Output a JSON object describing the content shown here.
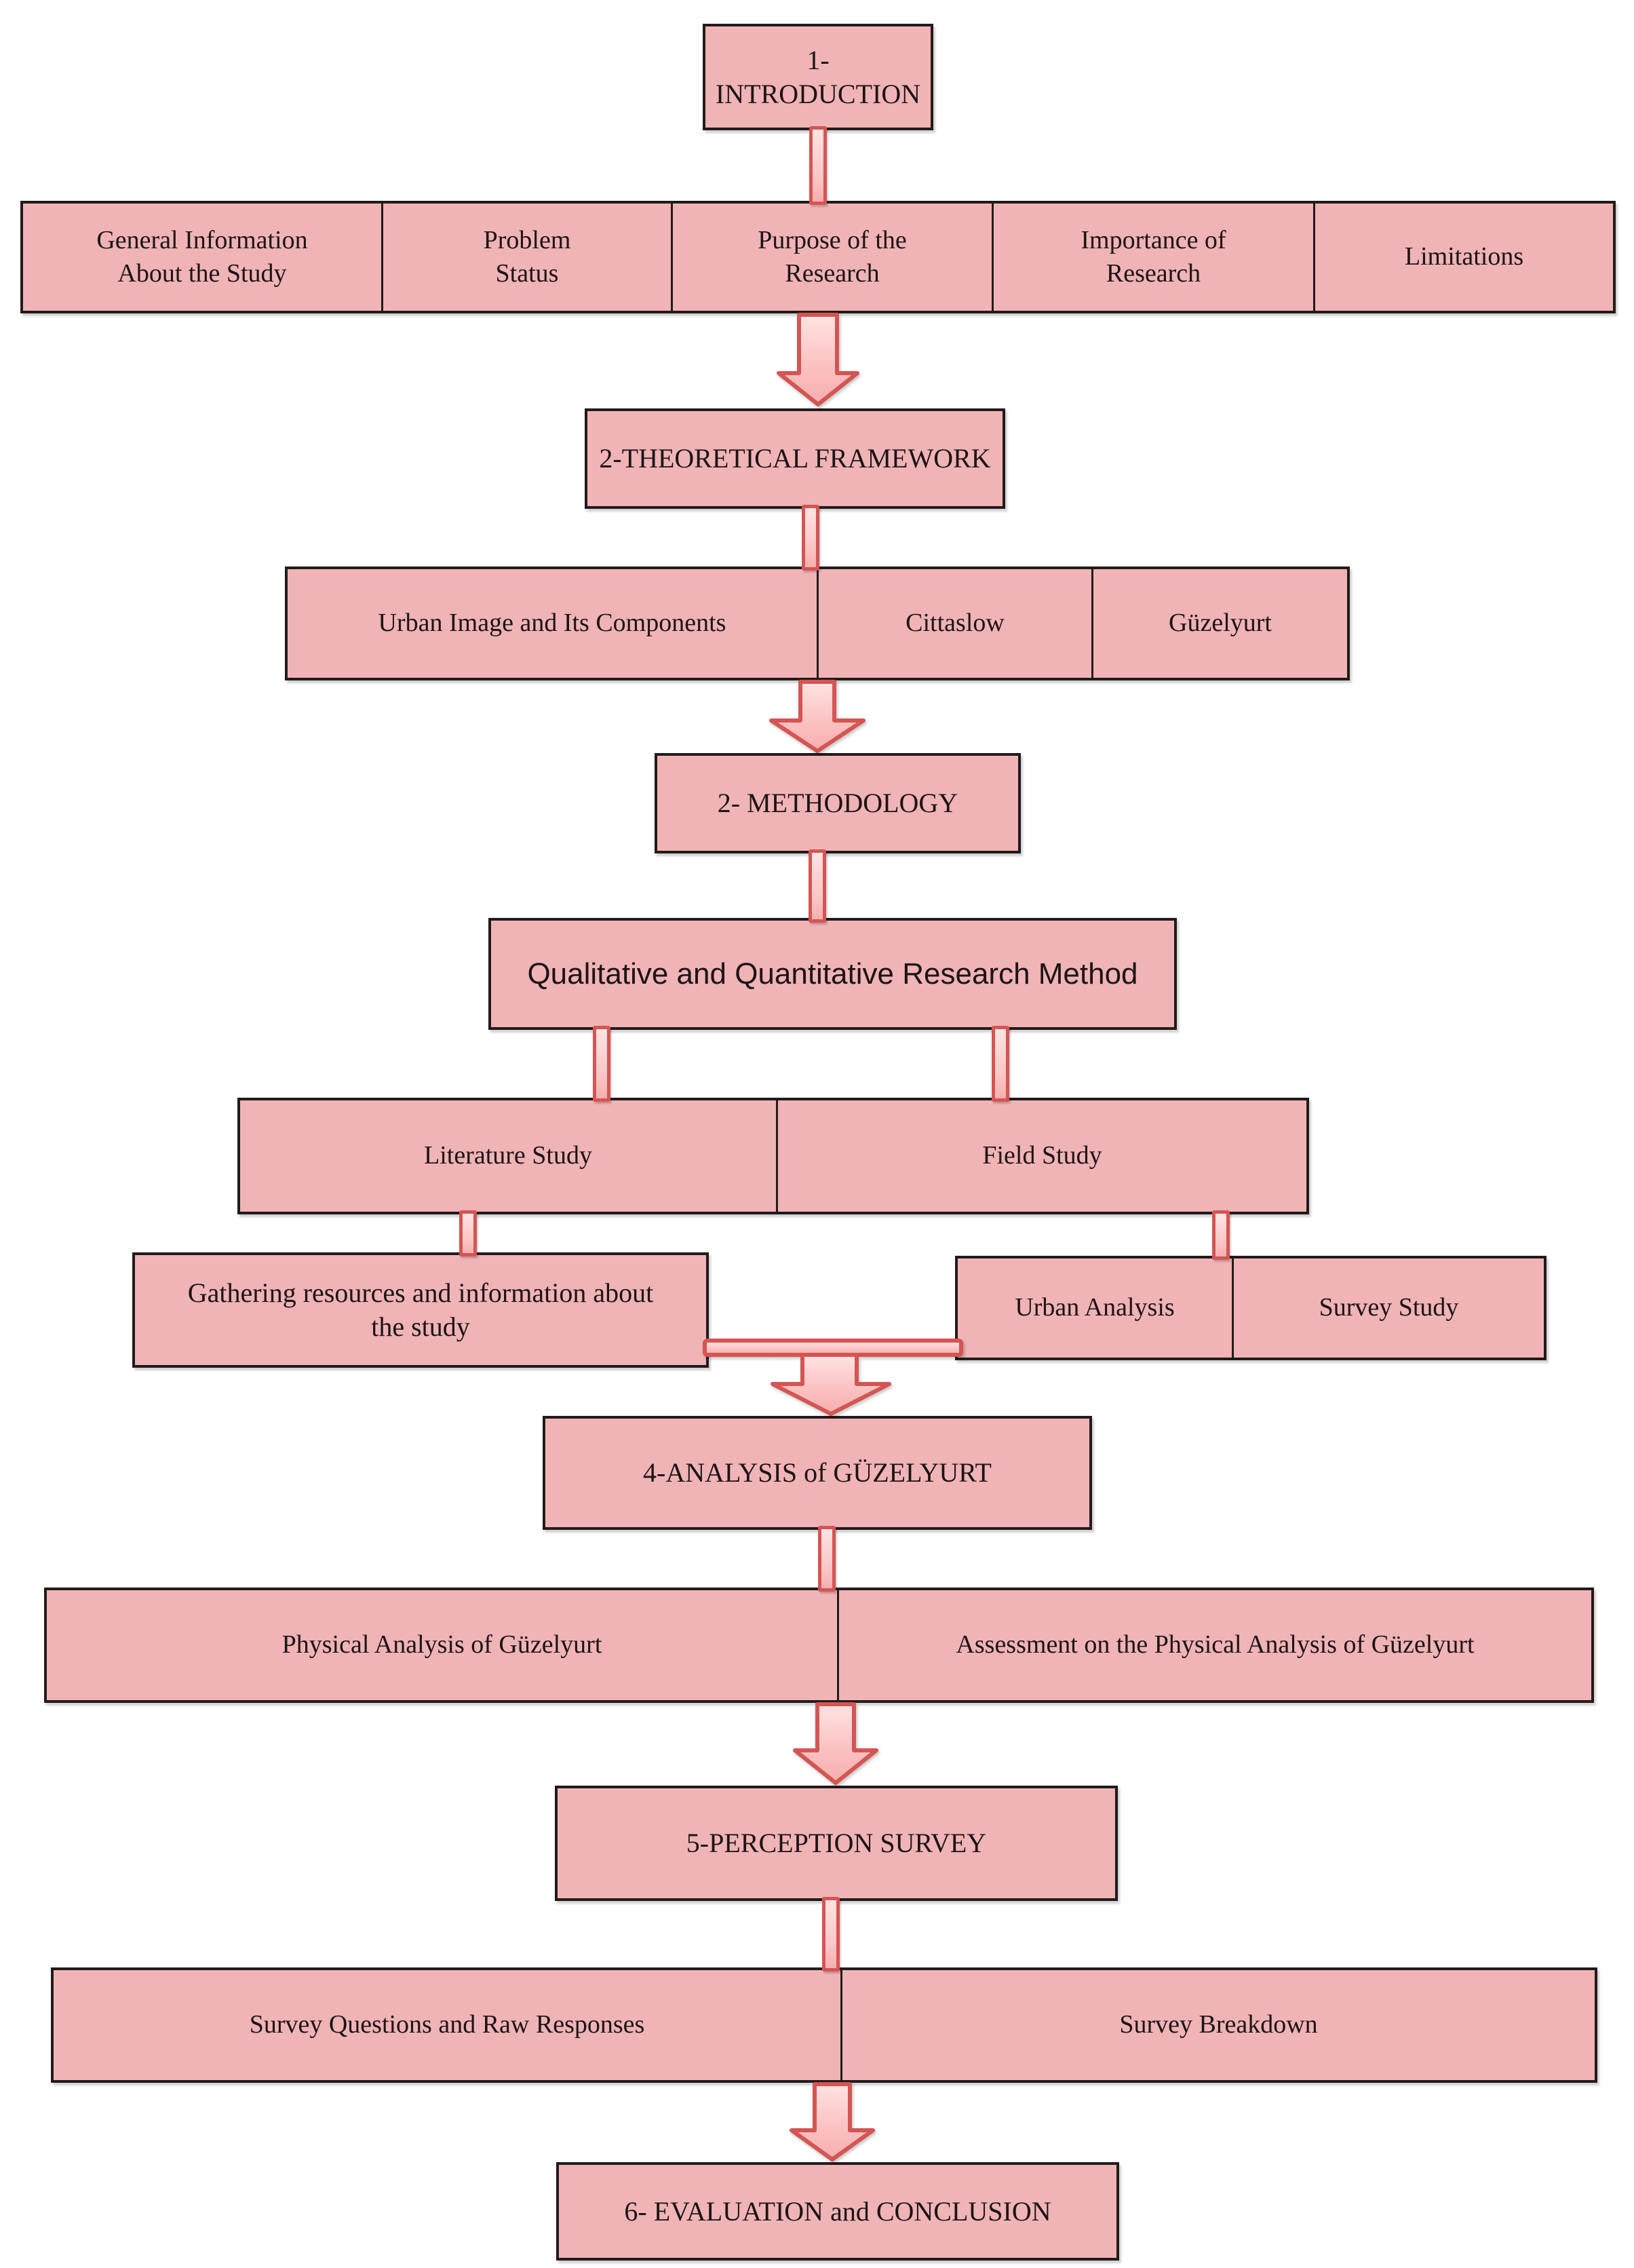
{
  "colors": {
    "box_fill": "#f0b4b6",
    "box_border": "#221b1b",
    "arrow_fill_light": "#ffe3e3",
    "arrow_fill_dark": "#f6aeae",
    "arrow_stroke": "#d45553",
    "text": "#1d1416",
    "background": "#ffffff"
  },
  "flow": {
    "intro": "1-INTRODUCTION",
    "intro_sections": [
      "General Information\nAbout the Study",
      "Problem\nStatus",
      "Purpose of the\nResearch",
      "Importance of\nResearch",
      "Limitations"
    ],
    "theoretical": "2-THEORETICAL FRAMEWORK",
    "theoretical_sections": [
      "Urban Image and Its Components",
      "Cittaslow",
      "Güzelyurt"
    ],
    "methodology": "2- METHODOLOGY",
    "method_approach": "Qualitative and Quantitative Research Method",
    "method_branches": [
      "Literature Study",
      "Field Study"
    ],
    "literature_detail": "Gathering resources and information about\nthe study",
    "field_details": [
      "Urban Analysis",
      "Survey Study"
    ],
    "analysis": "4-ANALYSIS of GÜZELYURT",
    "analysis_sections": [
      "Physical Analysis of Güzelyurt",
      "Assessment on the Physical Analysis of Güzelyurt"
    ],
    "survey": "5-PERCEPTION SURVEY",
    "survey_sections": [
      "Survey Questions and Raw Responses",
      "Survey Breakdown"
    ],
    "conclusion": "6- EVALUATION and CONCLUSION"
  }
}
